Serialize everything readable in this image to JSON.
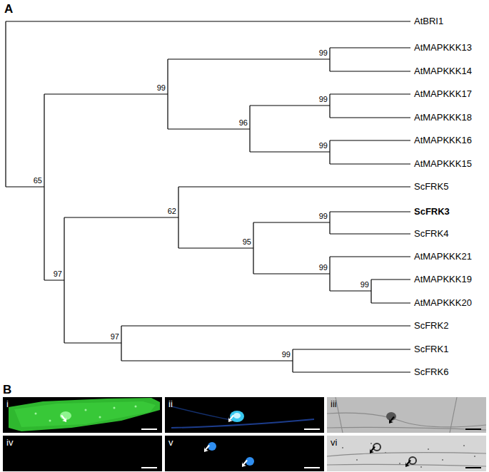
{
  "diagram": {
    "nodes": [
      {
        "text": [
          "i"
        ]
      },
      {
        "text": [
          "ii"
        ]
      },
      {
        "text": [
          "iii"
        ]
      },
      {
        "text": [
          "iv"
        ]
      },
      {
        "text": [
          "v"
        ]
      },
      {
        "text": [
          "vi"
        ]
      }
    ],
    "labels": [
      "A",
      "AtBRI1",
      "AtMAPKKK13",
      "AtMAPKKK14",
      "AtMAPKKK17",
      "AtMAPKKK18",
      "AtMAPKKK16",
      "AtMAPKKK15",
      "ScFRK5",
      "ScFRK3",
      "ScFRK4",
      "AtMAPKKK21",
      "AtMAPKKK19",
      "AtMAPKKK20",
      "ScFRK2",
      "ScFRK1",
      "ScFRK6",
      "99",
      "99",
      "99",
      "96",
      "99",
      "65",
      "62",
      "99",
      "95",
      "99",
      "97",
      "99",
      "97",
      "99",
      "B"
    ]
  }
}
